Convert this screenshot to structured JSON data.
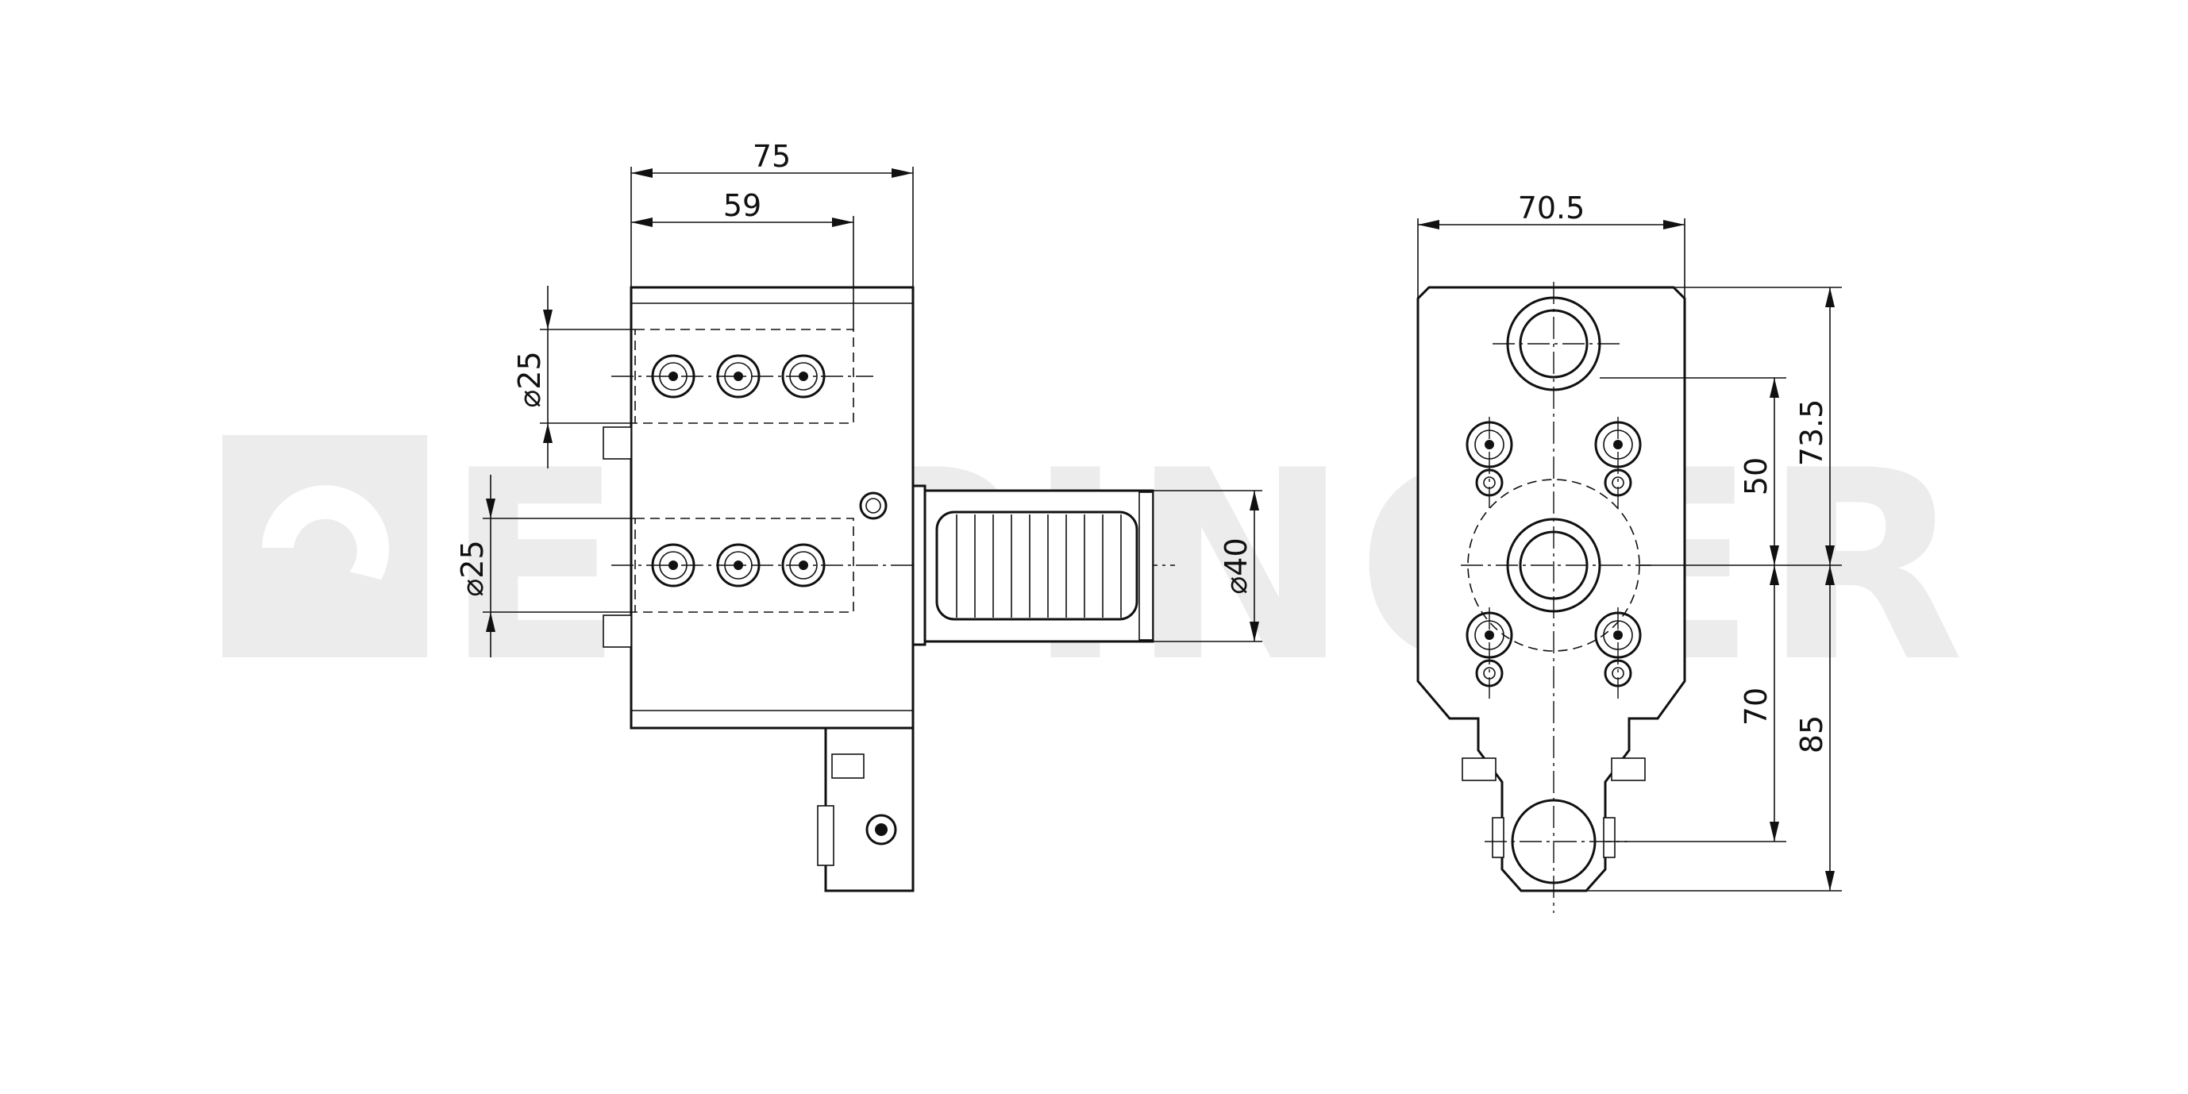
{
  "watermark": {
    "text": "EPPINGER"
  },
  "dimensions": {
    "side_width_total": "75",
    "side_width_inner": "59",
    "bore_top": "⌀25",
    "bore_bottom": "⌀25",
    "shank": "⌀40",
    "front_width": "70.5",
    "front_height_upper": "73.5",
    "front_center_spacing": "50",
    "front_lower_70": "70",
    "front_lower_85": "85"
  },
  "colors": {
    "line": "#111111",
    "watermark": "#ececec"
  }
}
